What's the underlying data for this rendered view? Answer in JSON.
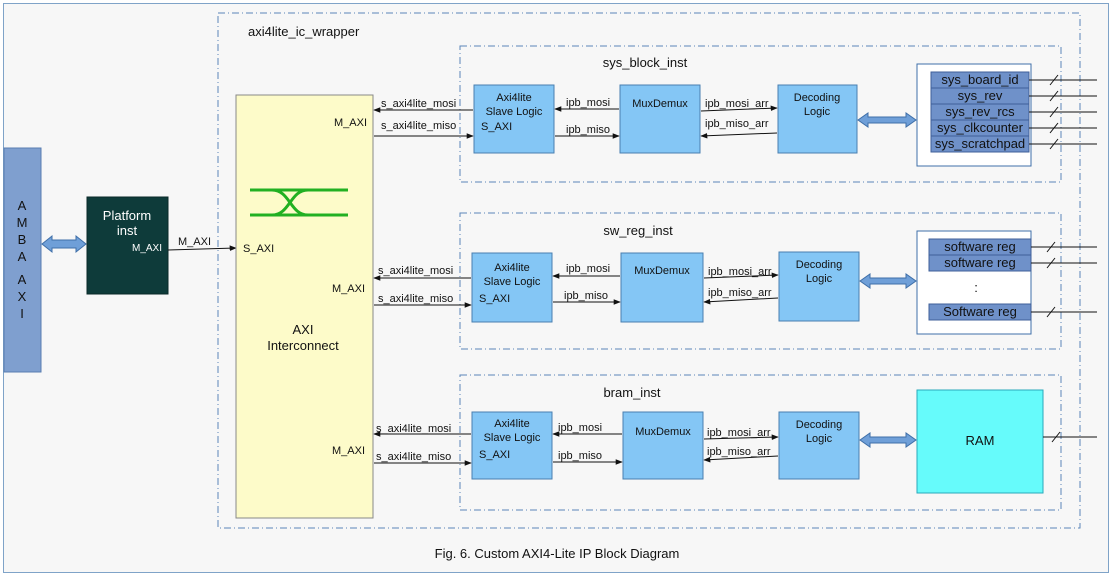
{
  "wrapper_title": "axi4lite_ic_wrapper",
  "caption": "Fig. 6. Custom AXI4-Lite IP Block Diagram",
  "amba": [
    "A",
    "M",
    "B",
    "A",
    "A",
    "X",
    "I"
  ],
  "platform": {
    "line1": "Platform",
    "line2": "inst",
    "port": "M_AXI"
  },
  "link_label": "M_AXI",
  "interconnect": {
    "s_port": "S_AXI",
    "line1": "AXI",
    "line2": "Interconnect"
  },
  "instances": [
    {
      "title": "sys_block_inst",
      "m_port": "M_AXI",
      "mosi": "s_axi4lite_mosi",
      "miso": "s_axi4lite_miso",
      "slave": [
        "Axi4lite",
        "Slave Logic",
        "S_AXI"
      ],
      "ipb_mosi": "ipb_mosi",
      "ipb_miso": "ipb_miso",
      "mux": "MuxDemux",
      "arr_mosi": "ipb_mosi_arr",
      "arr_miso": "ipb_miso_arr",
      "decode": [
        "Decoding",
        "Logic"
      ],
      "regs": [
        "sys_board_id",
        "sys_rev",
        "sys_rev_rcs",
        "sys_clkcounter",
        "sys_scratchpad"
      ]
    },
    {
      "title": "sw_reg_inst",
      "m_port": "M_AXI",
      "mosi": "s_axi4lite_mosi",
      "miso": "s_axi4lite_miso",
      "slave": [
        "Axi4lite",
        "Slave Logic",
        "S_AXI"
      ],
      "ipb_mosi": "ipb_mosi",
      "ipb_miso": "ipb_miso",
      "mux": "MuxDemux",
      "arr_mosi": "ipb_mosi_arr",
      "arr_miso": "ipb_miso_arr",
      "decode": [
        "Decoding",
        "Logic"
      ],
      "regs": [
        "software reg",
        "software reg",
        "Software reg"
      ],
      "ellipsis": ":"
    },
    {
      "title": "bram_inst",
      "m_port": "M_AXI",
      "mosi": "s_axi4lite_mosi",
      "miso": "s_axi4lite_miso",
      "slave": [
        "Axi4lite",
        "Slave Logic",
        "S_AXI"
      ],
      "ipb_mosi": "ipb_mosi",
      "ipb_miso": "ipb_miso",
      "mux": "MuxDemux",
      "arr_mosi": "ipb_mosi_arr",
      "arr_miso": "ipb_miso_arr",
      "decode": [
        "Decoding",
        "Logic"
      ],
      "ram": "RAM"
    }
  ],
  "colors": {
    "amba": "#7f9fcf",
    "platform": "#0e3b3a",
    "interconnect": "#fdfbc9",
    "block": "#84c6f5",
    "reg": "#6f91c9",
    "ram": "#66fbfb",
    "arrow_fill": "#6f9fd8",
    "crossbar": "#22b022",
    "dash": "#5b86b8"
  }
}
